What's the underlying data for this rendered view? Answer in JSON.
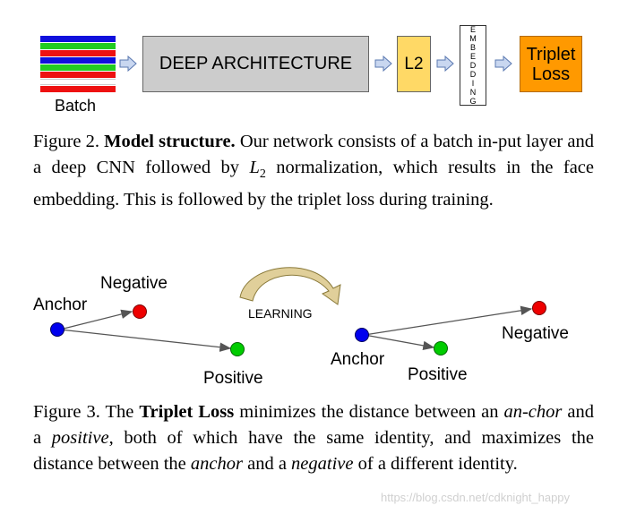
{
  "figure2": {
    "batch_label": "Batch",
    "deep_label": "DEEP ARCHITECTURE",
    "l2_label": "L2",
    "embedding_letters": [
      "E",
      "M",
      "B",
      "E",
      "D",
      "D",
      "I",
      "N",
      "G"
    ],
    "triplet_label_line1": "Triplet",
    "triplet_label_line2": "Loss",
    "caption": {
      "prefix": "Figure 2. ",
      "bold": "Model structure.",
      "text1": " Our network consists of a batch in-put layer and a deep CNN followed by ",
      "math_L": "L",
      "math_sub": "2",
      "text2": " normalization, which results in the face embedding. This is followed by the triplet loss during training."
    },
    "colors": {
      "deep": "#cccccc",
      "l2": "#ffd966",
      "triplet": "#ff9900",
      "arrow": "#c9d7f0"
    }
  },
  "figure3": {
    "left": {
      "anchor": "Anchor",
      "negative": "Negative",
      "positive": "Positive"
    },
    "learning": "LEARNING",
    "right": {
      "anchor": "Anchor",
      "negative": "Negative",
      "positive": "Positive"
    },
    "caption": {
      "prefix": "Figure 3. The ",
      "bold": "Triplet Loss",
      "t1": " minimizes the distance between an ",
      "i1": "an-chor",
      "t2": " and a ",
      "i2": "positive",
      "t3": ", both of which have the same identity, and maximizes the distance between the ",
      "i3": "anchor",
      "t4": " and a ",
      "i4": "negative",
      "t5": " of a different identity."
    },
    "colors": {
      "anchor": "#0000ee",
      "negative": "#ee0000",
      "positive": "#00cc00"
    }
  },
  "watermark": "https://blog.csdn.net/cdknight_happy"
}
